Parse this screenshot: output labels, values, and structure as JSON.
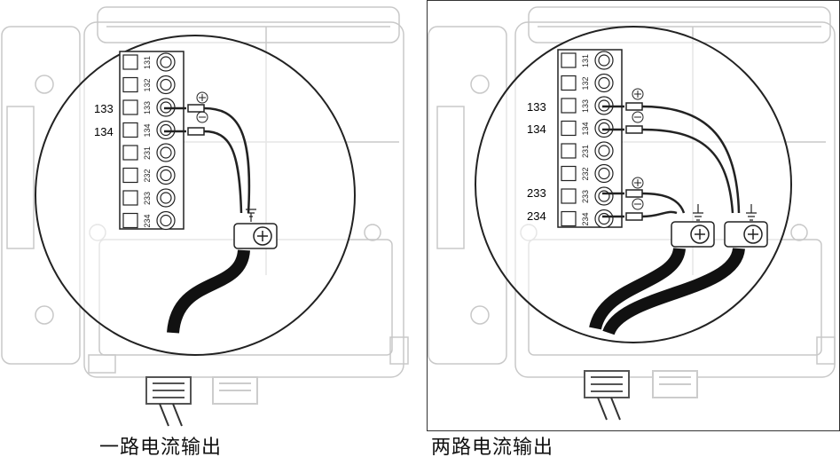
{
  "left": {
    "caption": "一路电流输出",
    "terminals": [
      "131",
      "132",
      "133",
      "134",
      "231",
      "232",
      "233",
      "234"
    ],
    "side_labels": [
      "133",
      "134"
    ],
    "polarity": [
      "+",
      "−"
    ],
    "ground_symbol": "⏚"
  },
  "right": {
    "caption": "两路电流输出",
    "terminals": [
      "131",
      "132",
      "133",
      "134",
      "231",
      "232",
      "233",
      "234"
    ],
    "side_labels": [
      "133",
      "134",
      "233",
      "234"
    ],
    "polarity": [
      "+",
      "−",
      "+",
      "−"
    ],
    "ground_symbol": "⏚"
  }
}
